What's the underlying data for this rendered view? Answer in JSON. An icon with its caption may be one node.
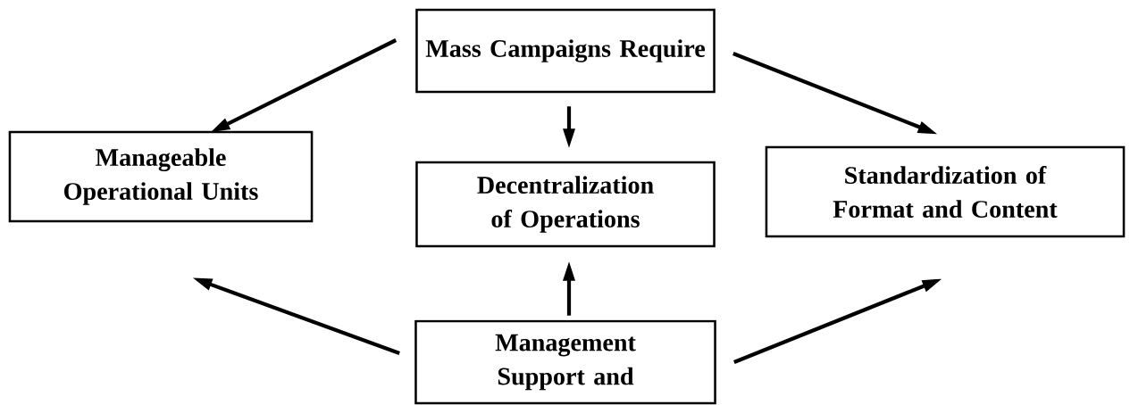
{
  "diagram": {
    "nodes": [
      {
        "text": [
          "Mass Campaigns Require"
        ]
      },
      {
        "text": [
          "Manageable Operational Units"
        ]
      },
      {
        "text": [
          "Decentralization of Operations"
        ]
      },
      {
        "text": [
          "Standardization of Format and Content"
        ]
      },
      {
        "text": [
          "Management Support and"
        ]
      }
    ],
    "edges": [
      {
        "from": 0,
        "to": 1,
        "arrow": "to"
      },
      {
        "from": 0,
        "to": 2,
        "arrow": "to"
      },
      {
        "from": 0,
        "to": 3,
        "arrow": "to"
      },
      {
        "from": 4,
        "to": 1,
        "arrow": "to"
      },
      {
        "from": 4,
        "to": 2,
        "arrow": "to"
      },
      {
        "from": 4,
        "to": 3,
        "arrow": "to"
      }
    ]
  }
}
